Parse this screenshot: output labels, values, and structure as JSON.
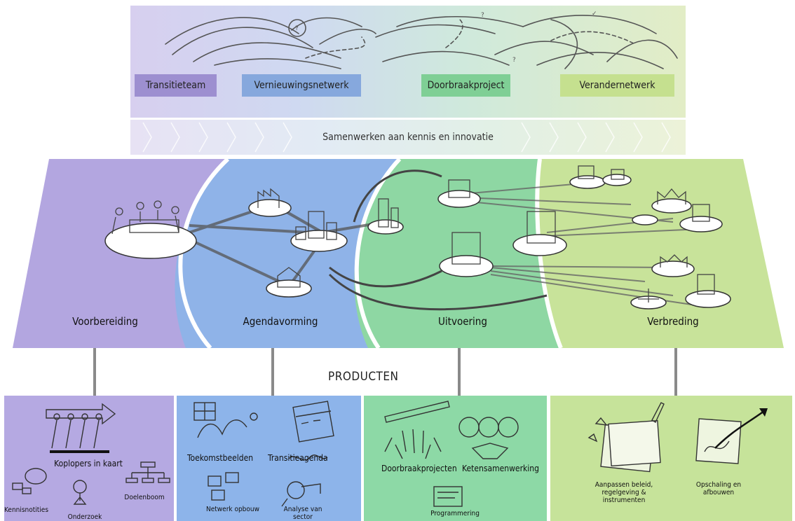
{
  "roles": [
    {
      "label": "Transitieteam",
      "color": "#9d8fd0"
    },
    {
      "label": "Vernieuwingsnetwerk",
      "color": "#86a8dd"
    },
    {
      "label": "Doorbraakproject",
      "color": "#7fcf95"
    },
    {
      "label": "Verandernetwerk",
      "color": "#c5e08f"
    }
  ],
  "collaboration": "Samenwerken aan kennis en innovatie",
  "phases": [
    {
      "label": "Voorbereiding",
      "color": "#b3a6e0"
    },
    {
      "label": "Agendavorming",
      "color": "#8fb3e8"
    },
    {
      "label": "Uitvoering",
      "color": "#8ed7a3"
    },
    {
      "label": "Verbreding",
      "color": "#c8e39a"
    }
  ],
  "products_title": "PRODUCTEN",
  "products": {
    "voorbereiding": {
      "main": "Koplopers in kaart",
      "items": [
        "Kennisnotities",
        "Onderzoek",
        "Doelenboom"
      ]
    },
    "agendavorming": {
      "items": [
        "Toekomstbeelden",
        "Transitieagenda",
        "Netwerk opbouw",
        "Analyse van sector"
      ]
    },
    "uitvoering": {
      "items": [
        "Doorbraakprojecten",
        "Ketensamenwerking",
        "Programmering"
      ]
    },
    "verbreding": {
      "items": [
        "Aanpassen beleid, regelgeving & instrumenten",
        "Opschaling en afbouwen"
      ]
    }
  }
}
